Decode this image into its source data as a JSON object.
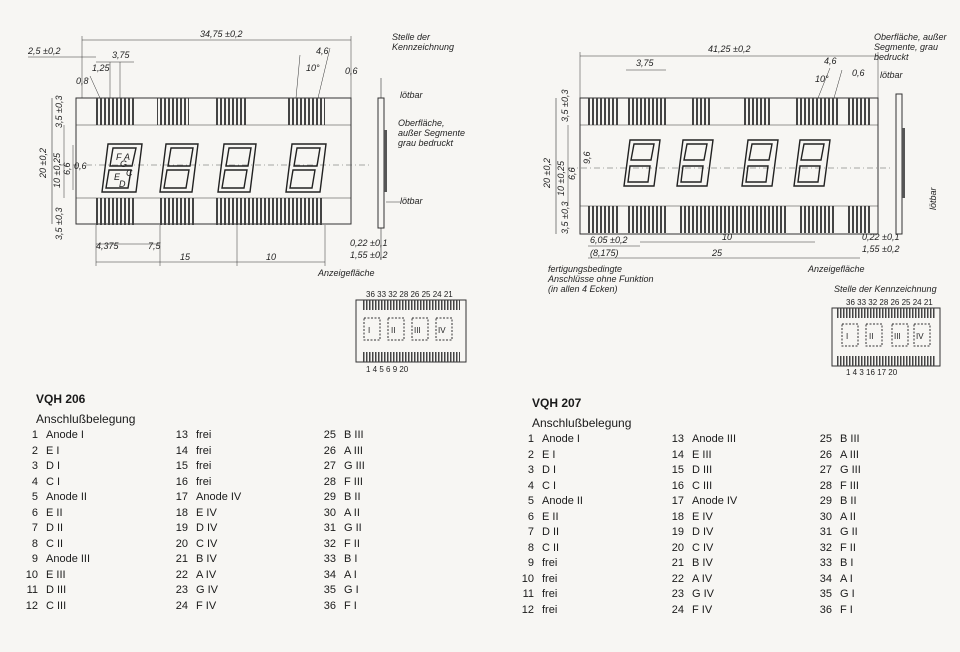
{
  "left": {
    "model": "VQH 206",
    "subtitle": "Anschlußbelegung",
    "columns": [
      [
        {
          "n": "1",
          "t": "Anode I"
        },
        {
          "n": "2",
          "t": "E I"
        },
        {
          "n": "3",
          "t": "D I"
        },
        {
          "n": "4",
          "t": "C I"
        },
        {
          "n": "5",
          "t": "Anode II"
        },
        {
          "n": "6",
          "t": "E II"
        },
        {
          "n": "7",
          "t": "D II"
        },
        {
          "n": "8",
          "t": "C II"
        },
        {
          "n": "9",
          "t": "Anode III"
        },
        {
          "n": "10",
          "t": "E III"
        },
        {
          "n": "11",
          "t": "D III"
        },
        {
          "n": "12",
          "t": "C III"
        }
      ],
      [
        {
          "n": "13",
          "t": "frei"
        },
        {
          "n": "14",
          "t": "frei"
        },
        {
          "n": "15",
          "t": "frei"
        },
        {
          "n": "16",
          "t": "frei"
        },
        {
          "n": "17",
          "t": "Anode IV"
        },
        {
          "n": "18",
          "t": "E IV"
        },
        {
          "n": "19",
          "t": "D IV"
        },
        {
          "n": "20",
          "t": "C IV"
        },
        {
          "n": "21",
          "t": "B IV"
        },
        {
          "n": "22",
          "t": "A IV"
        },
        {
          "n": "23",
          "t": "G IV"
        },
        {
          "n": "24",
          "t": "F IV"
        }
      ],
      [
        {
          "n": "25",
          "t": "B III"
        },
        {
          "n": "26",
          "t": "A III"
        },
        {
          "n": "27",
          "t": "G III"
        },
        {
          "n": "28",
          "t": "F III"
        },
        {
          "n": "29",
          "t": "B II"
        },
        {
          "n": "30",
          "t": "A II"
        },
        {
          "n": "31",
          "t": "G II"
        },
        {
          "n": "32",
          "t": "F II"
        },
        {
          "n": "33",
          "t": "B I"
        },
        {
          "n": "34",
          "t": "A I"
        },
        {
          "n": "35",
          "t": "G I"
        },
        {
          "n": "36",
          "t": "F I"
        }
      ]
    ],
    "drawing": {
      "dims": {
        "top_width": "34,75 ±0,2",
        "top_offset": "2,5 ±0,2",
        "pitch_a": "3,75",
        "pitch_b": "1,25",
        "pad": "0,8",
        "height_total": "20 ±0,2",
        "inner_height": "10 ±0,25",
        "digit_h": "6,6",
        "seg_w": "0,6",
        "pin_len_top": "3,5 ±0,3",
        "pin_len_bot": "3,5 ±0,3",
        "bottom_a": "4,375",
        "bottom_b": "7,5",
        "bottom_c": "15",
        "bottom_d": "10",
        "angle": "10°",
        "slant": "4,6",
        "edge": "0,6",
        "thick_a": "0,22 ±0,1",
        "thick_b": "1,55 ±0,2"
      },
      "labels": {
        "marking": "Stelle der Kennzeichnung",
        "solder_top": "lötbar",
        "surface": "Oberfläche, außer Segmente grau bedruckt",
        "solder_bot": "lötbar",
        "display_area": "Anzeigefläche"
      },
      "digits": [
        "I",
        "II",
        "III",
        "IV"
      ],
      "pin_top": [
        "36",
        "33",
        "32",
        "28",
        "26",
        "25",
        "24",
        "21"
      ],
      "pin_bot": [
        "1",
        "4",
        "5",
        "6",
        "9",
        "20"
      ]
    }
  },
  "right": {
    "model": "VQH 207",
    "subtitle": "Anschlußbelegung",
    "columns": [
      [
        {
          "n": "1",
          "t": "Anode I"
        },
        {
          "n": "2",
          "t": "E I"
        },
        {
          "n": "3",
          "t": "D I"
        },
        {
          "n": "4",
          "t": "C I"
        },
        {
          "n": "5",
          "t": "Anode II"
        },
        {
          "n": "6",
          "t": "E II"
        },
        {
          "n": "7",
          "t": "D II"
        },
        {
          "n": "8",
          "t": "C II"
        },
        {
          "n": "9",
          "t": "frei"
        },
        {
          "n": "10",
          "t": "frei"
        },
        {
          "n": "11",
          "t": "frei"
        },
        {
          "n": "12",
          "t": "frei"
        }
      ],
      [
        {
          "n": "13",
          "t": "Anode III"
        },
        {
          "n": "14",
          "t": "E III"
        },
        {
          "n": "15",
          "t": "D III"
        },
        {
          "n": "16",
          "t": "C III"
        },
        {
          "n": "17",
          "t": "Anode IV"
        },
        {
          "n": "18",
          "t": "E IV"
        },
        {
          "n": "19",
          "t": "D IV"
        },
        {
          "n": "20",
          "t": "C IV"
        },
        {
          "n": "21",
          "t": "B IV"
        },
        {
          "n": "22",
          "t": "A IV"
        },
        {
          "n": "23",
          "t": "G IV"
        },
        {
          "n": "24",
          "t": "F IV"
        }
      ],
      [
        {
          "n": "25",
          "t": "B III"
        },
        {
          "n": "26",
          "t": "A III"
        },
        {
          "n": "27",
          "t": "G III"
        },
        {
          "n": "28",
          "t": "F III"
        },
        {
          "n": "29",
          "t": "B II"
        },
        {
          "n": "30",
          "t": "A II"
        },
        {
          "n": "31",
          "t": "G II"
        },
        {
          "n": "32",
          "t": "F II"
        },
        {
          "n": "33",
          "t": "B I"
        },
        {
          "n": "34",
          "t": "A I"
        },
        {
          "n": "35",
          "t": "G I"
        },
        {
          "n": "36",
          "t": "F I"
        }
      ]
    ],
    "drawing": {
      "dims": {
        "top_width": "41,25 ±0,2",
        "pitch_a": "3,75",
        "height_total": "20 ±0,2",
        "inner_height": "10 ±0,25",
        "digit_h": "6,6",
        "seg_w": "9,6",
        "pin_len_top": "3,5 ±0,3",
        "pin_len_bot": "3,5 ±0,3",
        "bottom_a": "6,05 ±0,2",
        "bottom_b": "(8,175)",
        "bottom_c": "10",
        "bottom_d": "25",
        "angle": "10°",
        "slant": "4,6",
        "edge": "0,6",
        "thick_a": "0,22 ±0,1",
        "thick_b": "1,55 ±0,2"
      },
      "labels": {
        "surface": "Oberfläche, außer Segmente, grau bedruckt",
        "solder_top": "lötbar",
        "solder_bot": "lötbar",
        "display_area": "Anzeigefläche",
        "marking": "Stelle der Kennzeichnung",
        "production": "fertigungsbedingte Anschlüsse ohne Funktion (in allen 4 Ecken)"
      },
      "digits": [
        "I",
        "II",
        "III",
        "IV"
      ],
      "pin_top": [
        "36",
        "33",
        "32",
        "28",
        "26",
        "25",
        "24",
        "21"
      ],
      "pin_bot": [
        "1",
        "4",
        "3",
        "16",
        "17",
        "20"
      ]
    }
  }
}
